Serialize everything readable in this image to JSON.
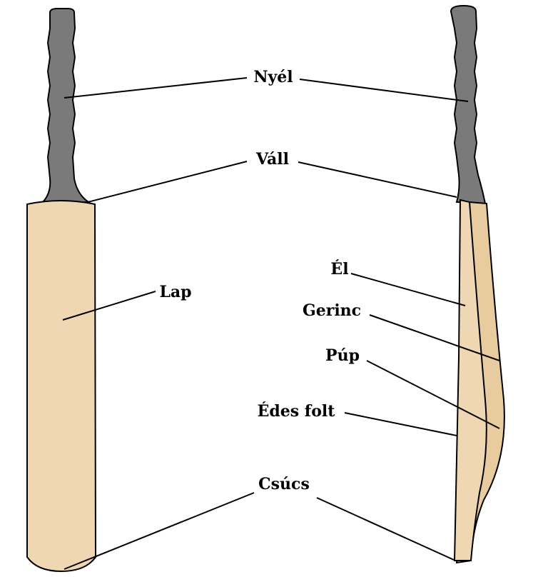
{
  "colors": {
    "handle": "#7a7a7a",
    "blade_face": "#efd7b4",
    "blade_shade": "#e8cc9f",
    "outline": "#000000",
    "background": "#ffffff"
  },
  "labels": {
    "handle": "Nyél",
    "shoulder": "Váll",
    "face": "Lap",
    "edge": "Él",
    "spine": "Gerinc",
    "hump": "Púp",
    "sweet_spot": "Édes folt",
    "toe": "Csúcs"
  }
}
